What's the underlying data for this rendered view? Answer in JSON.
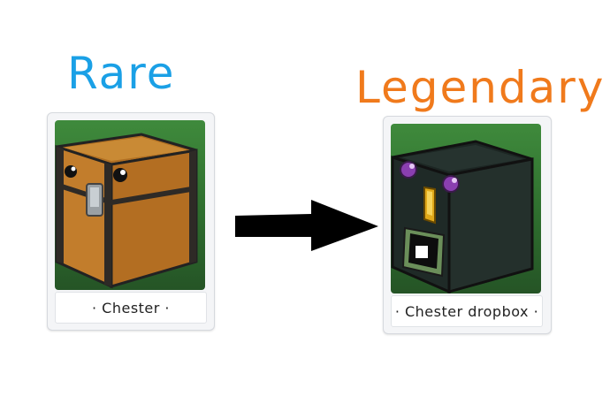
{
  "rarity_from": "Rare",
  "rarity_to": "Legendary",
  "colors": {
    "rare": "#1aa0e6",
    "legendary": "#f07a1c",
    "arrow": "#000000"
  },
  "cards": [
    {
      "name": "· Chester ·",
      "icon": "wooden-chest-icon"
    },
    {
      "name": "· Chester dropbox ·",
      "icon": "dark-chest-icon"
    }
  ],
  "arrow_icon": "right-arrow-icon"
}
